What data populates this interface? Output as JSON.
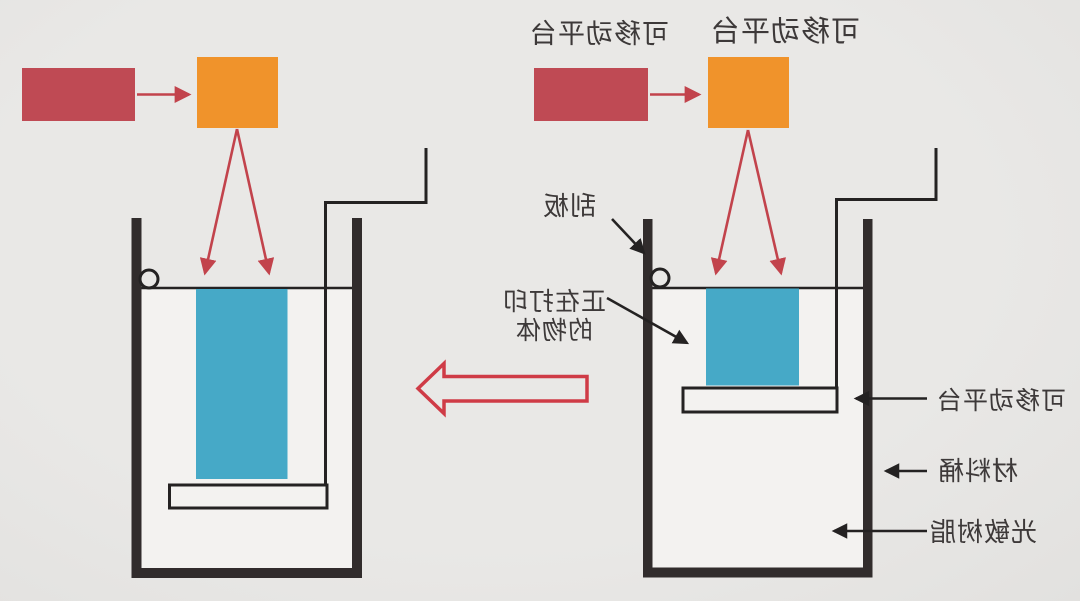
{
  "colors": {
    "bg": "#e9e8e6",
    "tank-interior": "#f3f2f0",
    "wall": "#312c2c",
    "line": "#242222",
    "crimson": "#bf4a54",
    "orange": "#f0932b",
    "blue": "#46a9c7",
    "beam": "#c2434c",
    "hollow-arrow": "#cf3b46",
    "text": "#3d3939"
  },
  "text_mirrored": true,
  "labels": {
    "top_left": "可移动平台",
    "top_right": "可移动平台",
    "scraper": "刮板",
    "printing_object_line1": "正在打印",
    "printing_object_line2": "的物体",
    "platform_right": "可移动平台",
    "material_tank": "材料桶",
    "resin": "光敏树脂"
  }
}
